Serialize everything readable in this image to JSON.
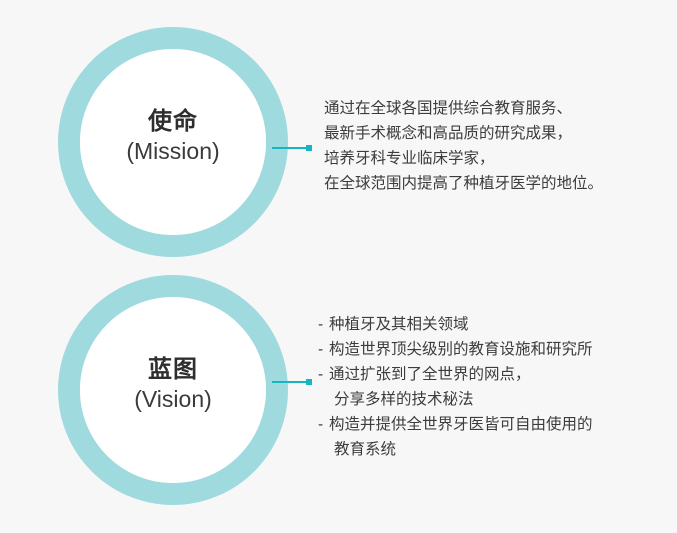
{
  "theme": {
    "background": "#f7f7f7",
    "ring_color": "#a9dee1",
    "ring_overlap_color": "#7ccfd6",
    "connector_color": "#16b5c4",
    "text_color": "#3c3c3c",
    "label_color": "#2e2e2e"
  },
  "mission": {
    "title_cjk": "使命",
    "title_en": "(Mission)",
    "lines": [
      "通过在全球各国提供综合教育服务、",
      "最新手术概念和高品质的研究成果，",
      "培养牙科专业临床学家，",
      "在全球范围内提高了种植牙医学的地位。"
    ]
  },
  "vision": {
    "title_cjk": "蓝图",
    "title_en": "(Vision)",
    "dash": "-",
    "items": [
      {
        "text": "种植牙及其相关领域",
        "continuation": null
      },
      {
        "text": "构造世界顶尖级别的教育设施和研究所",
        "continuation": null
      },
      {
        "text": "通过扩张到了全世界的网点，",
        "continuation": "分享多样的技术秘法"
      },
      {
        "text": "构造并提供全世界牙医皆可自由使用的",
        "continuation": "教育系统"
      }
    ]
  }
}
